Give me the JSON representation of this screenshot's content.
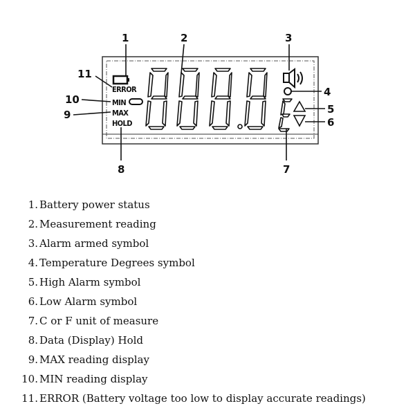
{
  "diagram": {
    "callouts": [
      "1",
      "2",
      "3",
      "4",
      "5",
      "6",
      "7",
      "8",
      "9",
      "10",
      "11"
    ],
    "lcd_labels": {
      "error": "ERROR",
      "min": "MIN",
      "max": "MAX",
      "hold": "HOLD"
    }
  },
  "legend": [
    {
      "num": "1.",
      "text": "Battery power status"
    },
    {
      "num": "2.",
      "text": "Measurement reading"
    },
    {
      "num": "3.",
      "text": "Alarm armed symbol"
    },
    {
      "num": "4.",
      "text": "Temperature Degrees symbol"
    },
    {
      "num": "5.",
      "text": "High Alarm symbol"
    },
    {
      "num": "6.",
      "text": "Low Alarm symbol"
    },
    {
      "num": "7.",
      "text": "C or F unit of measure"
    },
    {
      "num": "8.",
      "text": "Data (Display) Hold"
    },
    {
      "num": "9.",
      "text": "MAX reading display"
    },
    {
      "num": "10.",
      "text": "MIN reading display"
    },
    {
      "num": "11.",
      "text": "ERROR (Battery voltage too low to display accurate readings)"
    }
  ]
}
